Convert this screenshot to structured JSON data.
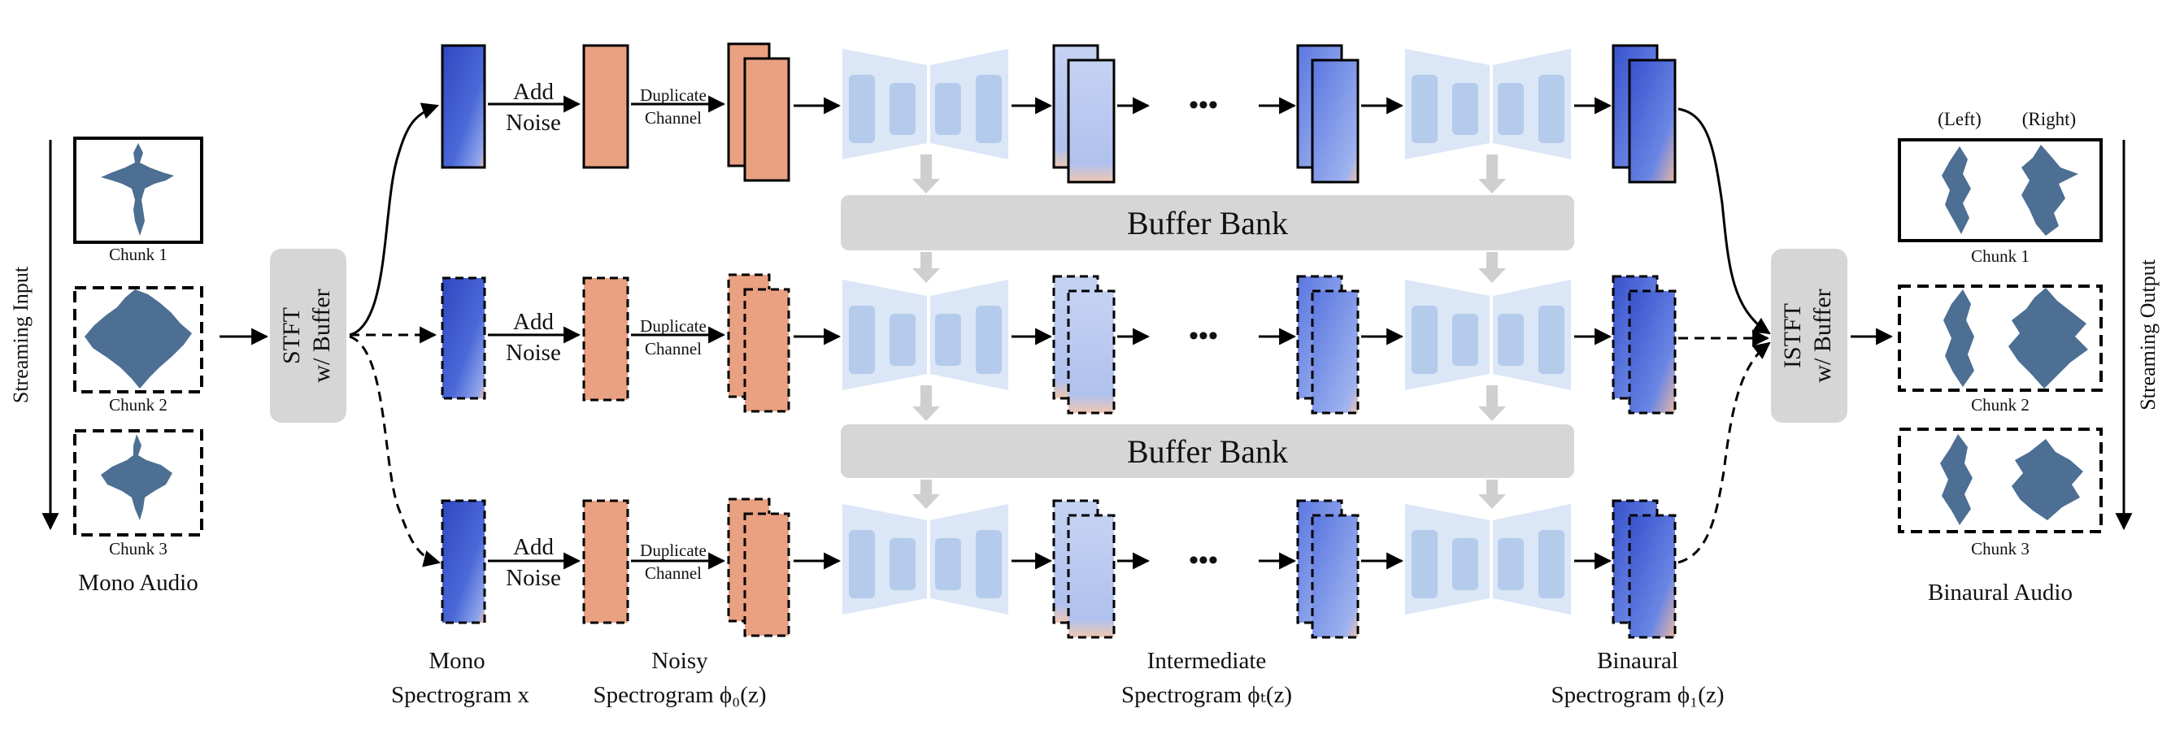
{
  "input": {
    "side_label": "Streaming Input",
    "chunks": [
      "Chunk 1",
      "Chunk 2",
      "Chunk 3"
    ],
    "caption": "Mono Audio"
  },
  "stft": {
    "line1": "STFT",
    "line2": "w/ Buffer"
  },
  "istft": {
    "line1": "ISTFT",
    "line2": "w/ Buffer"
  },
  "ops": {
    "add_noise_1": "Add",
    "add_noise_2": "Noise",
    "duplicate_1": "Duplicate",
    "duplicate_2": "Channel",
    "ellipsis": "•••"
  },
  "buffer_bank": "Buffer Bank",
  "captions": {
    "mono_1": "Mono",
    "mono_2": "Spectrogram x",
    "noisy_1": "Noisy",
    "noisy_2": "Spectrogram ϕ₀(z)",
    "inter_1": "Intermediate",
    "inter_2": "Spectrogram ϕₜ(z)",
    "bin_1": "Binaural",
    "bin_2": "Spectrogram ϕ₁(z)"
  },
  "output": {
    "left_label": "(Left)",
    "right_label": "(Right)",
    "chunks": [
      "Chunk 1",
      "Chunk 2",
      "Chunk 3"
    ],
    "caption": "Binaural Audio",
    "side_label": "Streaming Output"
  },
  "colors": {
    "spec_dark": "#3b55c9",
    "spec_light": "#b9c8ee",
    "noise": "#e9a182",
    "unet": "#dbe6f6",
    "unet_block": "#b4cbeb",
    "buffer": "#d6d6d6",
    "wave": "#4c6f93"
  }
}
